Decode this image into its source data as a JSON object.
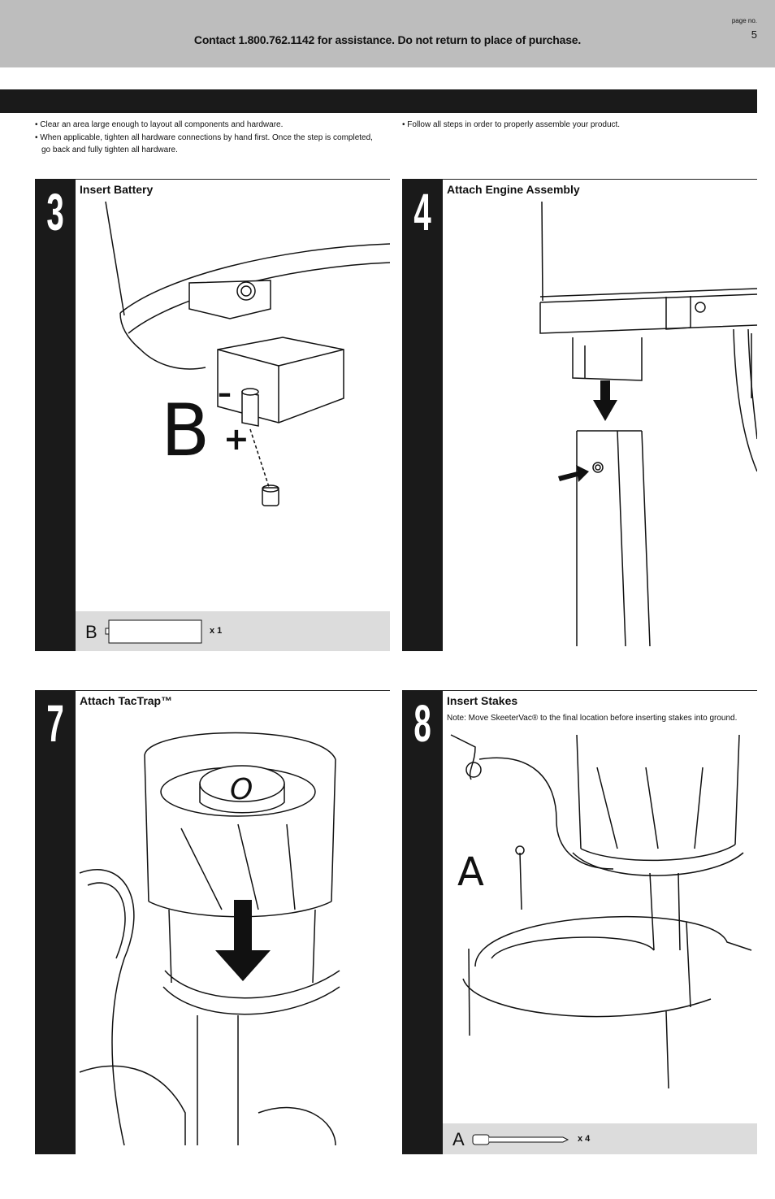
{
  "header": {
    "contact": "Contact 1.800.762.1142 for assistance. Do not return to place of purchase.",
    "page_label": "page no.",
    "page_number": "5"
  },
  "tips": {
    "left": [
      "• Clear an area large enough to layout all components and hardware.",
      "• When applicable, tighten all hardware connections by hand first. Once the step is completed,",
      "go back and fully tighten all hardware."
    ],
    "right": [
      "• Follow all steps in order to properly assemble your product."
    ]
  },
  "steps": [
    {
      "number": "3",
      "title": "Insert Battery",
      "callouts": {
        "part": "B",
        "minus": "–",
        "plus": "+"
      },
      "hardware": {
        "letter": "B",
        "qty": "x 1"
      }
    },
    {
      "number": "4",
      "title": "Attach Engine Assembly"
    },
    {
      "number": "7",
      "title": "Attach TacTrap™",
      "callouts": {
        "lid_mark": "O"
      }
    },
    {
      "number": "8",
      "title": "Insert Stakes",
      "note": "Note: Move SkeeterVac® to the final location before inserting stakes into ground.",
      "callouts": {
        "part": "A"
      },
      "hardware": {
        "letter": "A",
        "qty": "x 4"
      }
    }
  ],
  "icons": [
    "battery-illustration",
    "engine-assembly-illustration",
    "down-arrow-icon",
    "pointer-arrow-icon",
    "tactrap-illustration",
    "stake-icon",
    "base-illustration"
  ]
}
